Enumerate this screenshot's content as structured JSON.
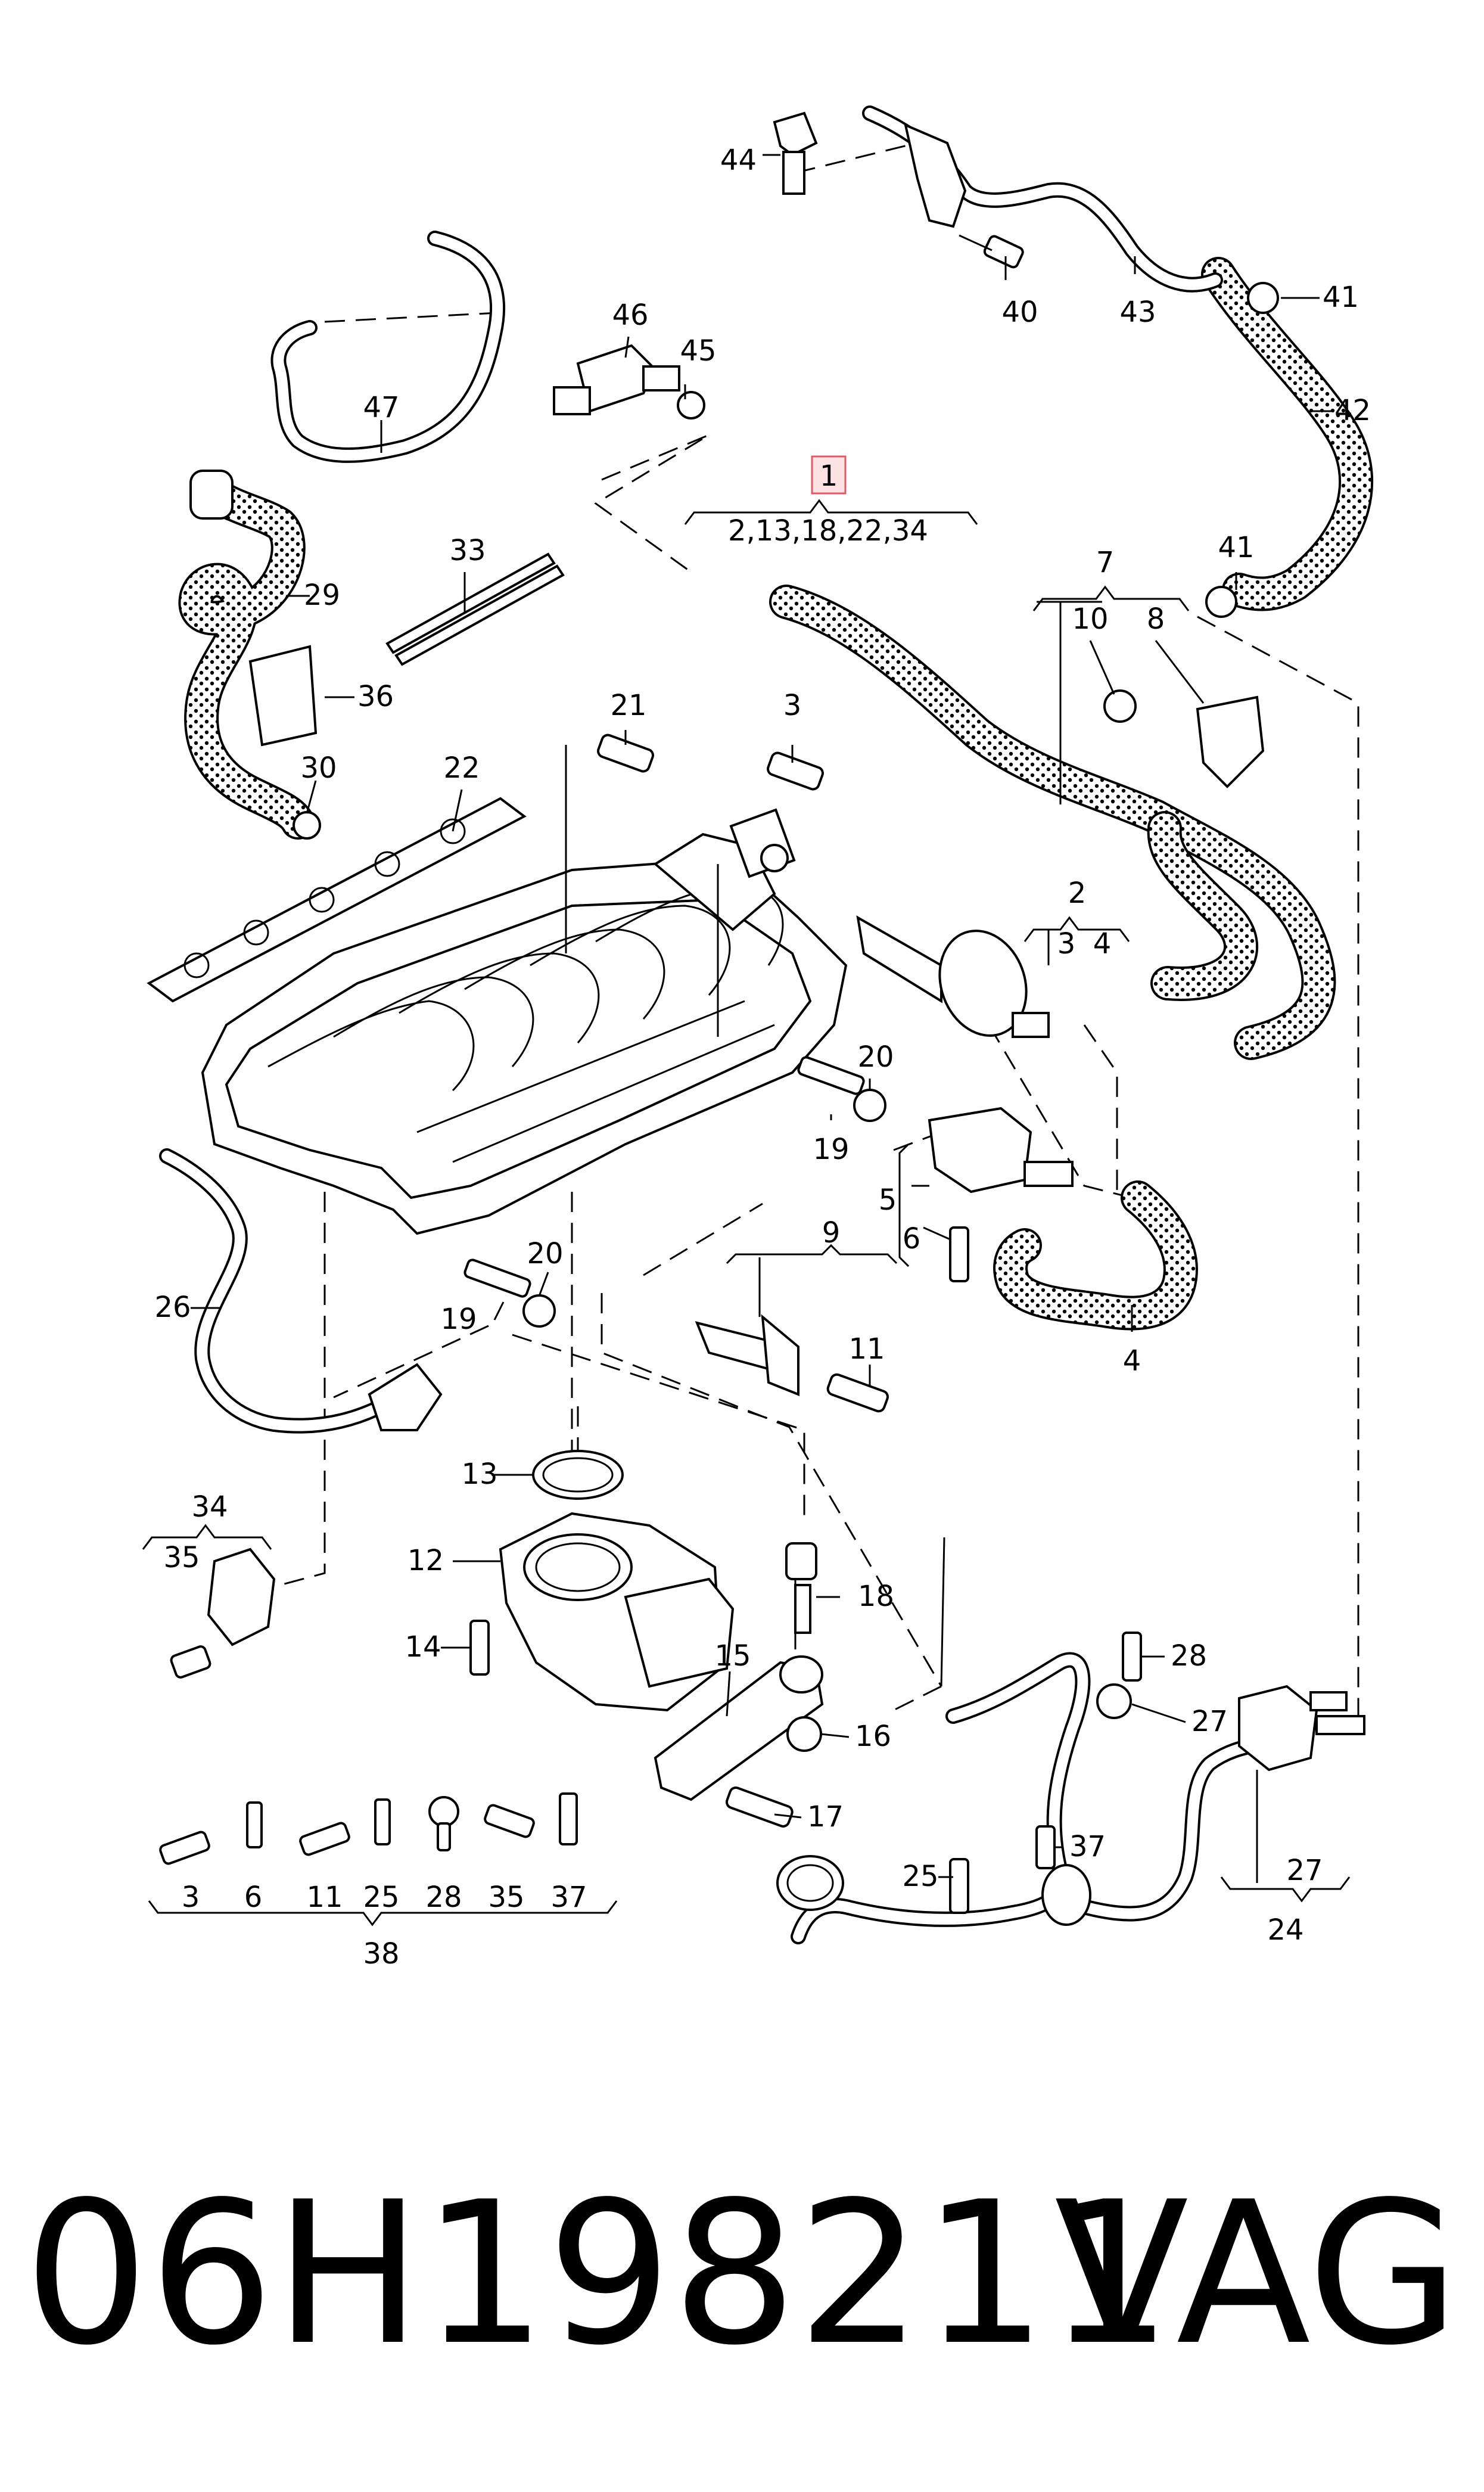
{
  "diagram": {
    "highlighted_label": "1",
    "labels": {
      "1": "1",
      "2": "2",
      "3": "3",
      "4": "4",
      "5": "5",
      "6": "6",
      "7": "7",
      "8": "8",
      "9": "9",
      "10": "10",
      "11": "11",
      "12": "12",
      "13": "13",
      "14": "14",
      "15": "15",
      "16": "16",
      "17": "17",
      "18": "18",
      "19": "19",
      "20": "20",
      "21": "21",
      "22": "22",
      "24": "24",
      "25": "25",
      "26": "26",
      "27": "27",
      "28": "28",
      "29": "29",
      "30": "30",
      "33": "33",
      "34": "34",
      "35": "35",
      "36": "36",
      "37": "37",
      "38": "38",
      "40": "40",
      "41": "41",
      "42": "42",
      "43": "43",
      "44": "44",
      "45": "45",
      "46": "46",
      "47": "47"
    },
    "group_1_components": "2,13,18,22,34",
    "group_2_components": [
      "3",
      "4"
    ],
    "group_7_components": [
      "10",
      "8"
    ],
    "group_27_components": [
      "27",
      "24"
    ],
    "group_34_components": [
      "35"
    ],
    "kit_38_components": [
      "3",
      "6",
      "11",
      "25",
      "28",
      "35",
      "37",
      "38"
    ]
  },
  "footer": {
    "part_number": "06H198211",
    "brand": "VAG"
  },
  "colors": {
    "highlight_fill": "#fde2e4",
    "highlight_stroke": "#e05a6a",
    "ink": "#000000"
  }
}
